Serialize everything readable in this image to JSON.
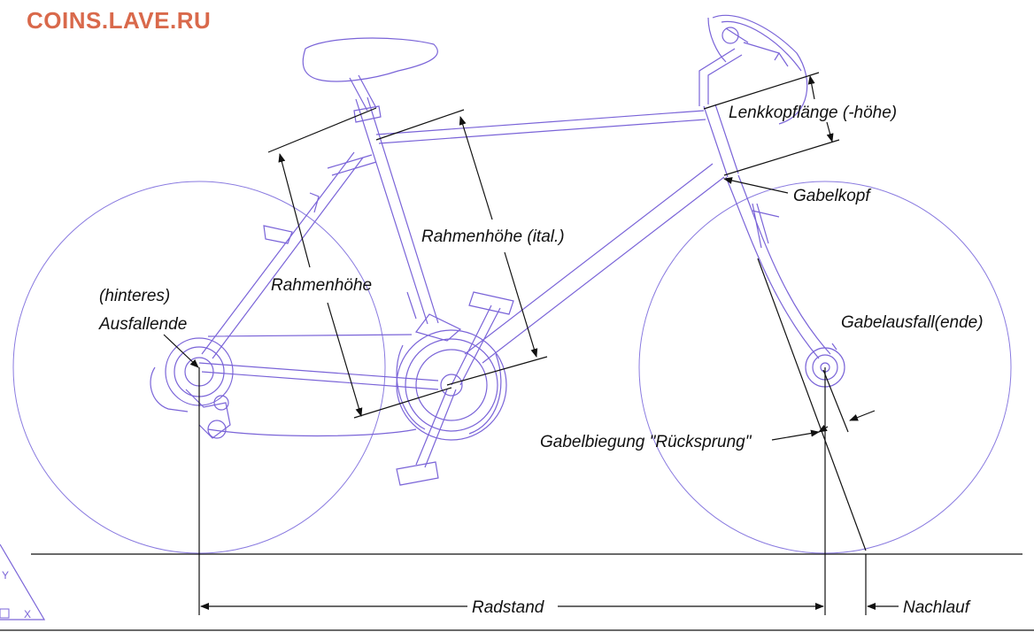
{
  "watermark": "COINS.LAVE.RU",
  "labels": {
    "hinteres": "(hinteres)",
    "ausfallende": "Ausfallende",
    "rahmenhoehe": "Rahmenhöhe",
    "rahmenhoehe_ital": "Rahmenhöhe (ital.)",
    "lenkkopflaenge": "Lenkkopflänge (-höhe)",
    "gabelkopf": "Gabelkopf",
    "gabelausfall": "Gabelausfall(ende)",
    "gabelbiegung": "Gabelbiegung \"Rücksprung\"",
    "radstand": "Radstand",
    "nachlauf": "Nachlauf"
  },
  "ucs_icon": {
    "y_label": "Y",
    "x_label": "X"
  },
  "colors": {
    "bike": "#7a64d8",
    "dimension": "#111111",
    "watermark": "#d9694b"
  }
}
